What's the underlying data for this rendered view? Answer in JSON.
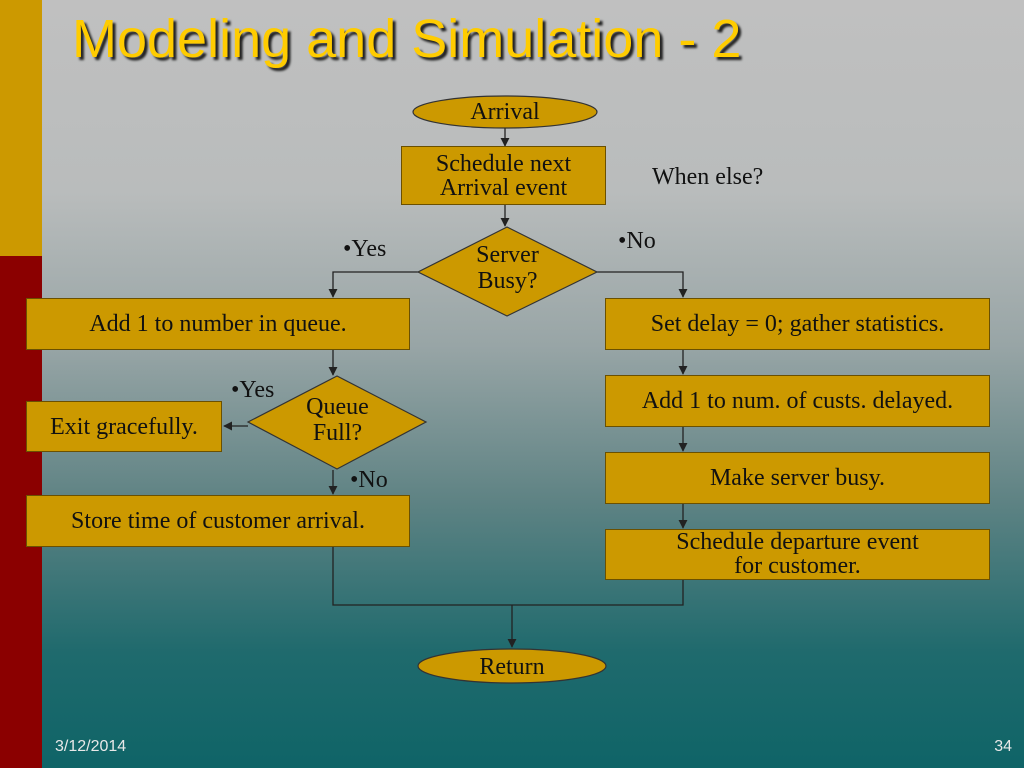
{
  "slide": {
    "title": "Modeling and Simulation - 2",
    "date": "3/12/2014",
    "page_number": "34"
  },
  "flowchart": {
    "start": "Arrival",
    "schedule_next": "Schedule next\nArrival event",
    "when_else": "When else?",
    "server_busy": "Server\nBusy?",
    "yes_label_1": "•Yes",
    "no_label_1": "•No",
    "add_to_queue": "Add 1 to number in queue.",
    "set_delay": "Set delay = 0; gather statistics.",
    "queue_full": "Queue\nFull?",
    "yes_label_2": "•Yes",
    "no_label_2": "•No",
    "exit_gracefully": "Exit gracefully.",
    "store_time": "Store time of customer arrival.",
    "add_delayed": "Add 1 to num. of custs. delayed.",
    "make_busy": "Make server busy.",
    "schedule_departure": "Schedule departure event\nfor customer.",
    "end": "Return"
  },
  "colors": {
    "box_fill": "#cc9900",
    "title": "#ffcc00",
    "left_bar_top": "#cc9900",
    "left_bar_bottom": "#8b0000"
  }
}
